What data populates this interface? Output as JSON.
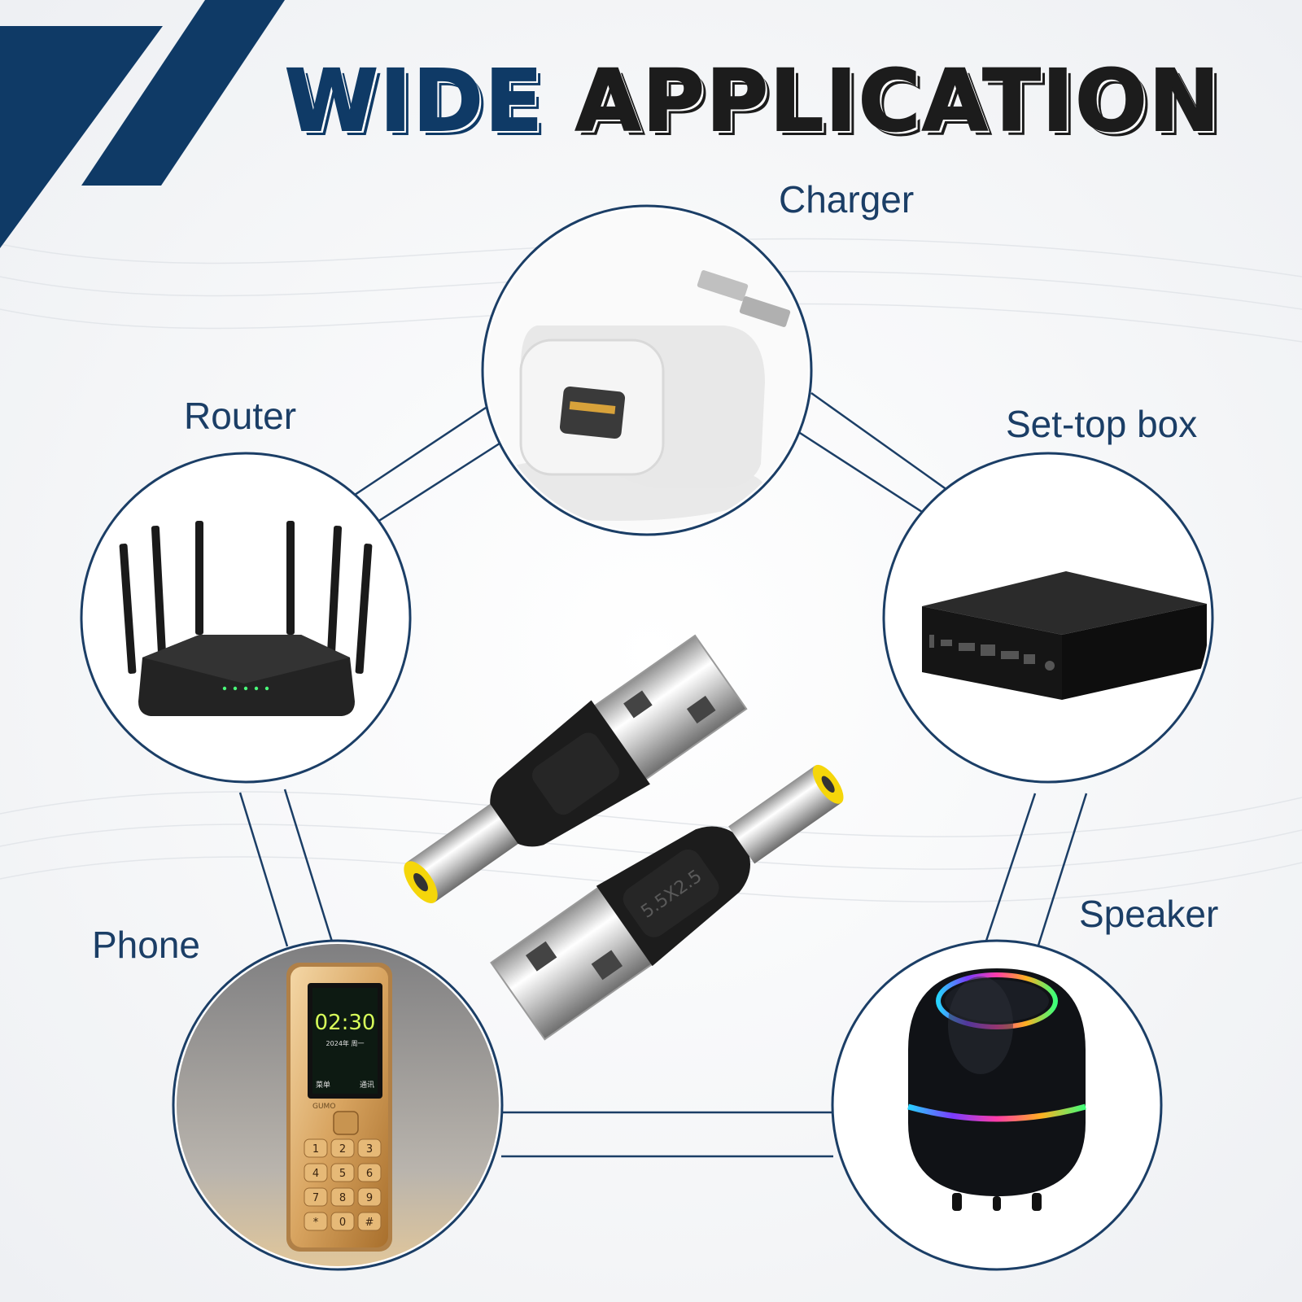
{
  "heading": {
    "word1": "WIDE",
    "word2": "APPLICATION",
    "word1_color": "#0f3a66",
    "word2_color": "#1c1c1c"
  },
  "accent_color": "#0f3a66",
  "applications": [
    {
      "id": "charger",
      "label": "Charger",
      "icon": "usb-wall-charger-icon"
    },
    {
      "id": "router",
      "label": "Router",
      "icon": "wifi-router-icon"
    },
    {
      "id": "settop",
      "label": "Set-top box",
      "icon": "set-top-box-icon"
    },
    {
      "id": "phone",
      "label": "Phone",
      "icon": "feature-phone-icon"
    },
    {
      "id": "speaker",
      "label": "Speaker",
      "icon": "smart-speaker-icon"
    }
  ],
  "phone_screen": {
    "brand": "GUMO",
    "time": "02:30",
    "date": "2024年 周一",
    "softkey_left": "菜单",
    "softkey_right": "通讯"
  },
  "phone_keypad": [
    "1",
    "2",
    "3",
    "4",
    "5",
    "6",
    "7",
    "8",
    "9",
    "*",
    "0",
    "#"
  ],
  "adapter": {
    "marking": "5.5X2.5",
    "tip_color": "#f5d60a"
  }
}
